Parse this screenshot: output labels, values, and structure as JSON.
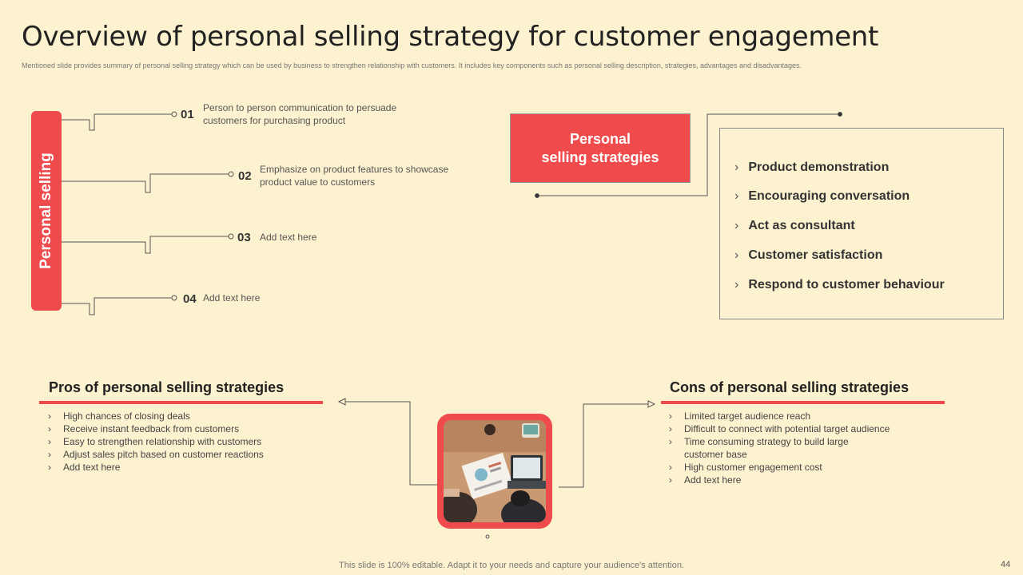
{
  "header": {
    "title": "Overview of personal selling strategy for customer engagement",
    "subtitle": "Mentioned slide provides summary of personal selling strategy which can be used by business to strengthen relationship with customers. It includes key components such as personal selling description, strategies, advantages and disadvantages."
  },
  "personal_selling": {
    "label": "Personal selling",
    "items": [
      {
        "num": "01",
        "line1": "Person to person communication to persuade",
        "line2": "customers for purchasing product"
      },
      {
        "num": "02",
        "line1": "Emphasize on product features to showcase",
        "line2": "product value to customers"
      },
      {
        "num": "03",
        "line1": "Add text here",
        "line2": ""
      },
      {
        "num": "04",
        "line1": "Add text here",
        "line2": ""
      }
    ]
  },
  "strategies": {
    "title_line1": "Personal",
    "title_line2": "selling strategies",
    "items": [
      "Product demonstration",
      "Encouraging conversation",
      "Act as consultant",
      "Customer satisfaction",
      "Respond to customer behaviour"
    ]
  },
  "pros": {
    "title": "Pros of personal selling strategies",
    "items": [
      "High chances of closing deals",
      "Receive  instant feedback from customers",
      "Easy to strengthen relationship with customers",
      "Adjust sales pitch based on customer reactions",
      "Add text here"
    ]
  },
  "cons": {
    "title": "Cons of personal selling strategies",
    "items": [
      "Limited target audience reach",
      "Difficult to connect with potential target audience",
      "Time consuming strategy to build large",
      "customer base",
      "High customer engagement  cost",
      "Add text here"
    ]
  },
  "footer": {
    "note": "This slide is 100% editable. Adapt it to your needs and capture your audience's attention.",
    "page": "44"
  },
  "colors": {
    "accent": "#f04b4c",
    "background": "#fdf2d0"
  },
  "icons": {
    "chevron": "›"
  }
}
